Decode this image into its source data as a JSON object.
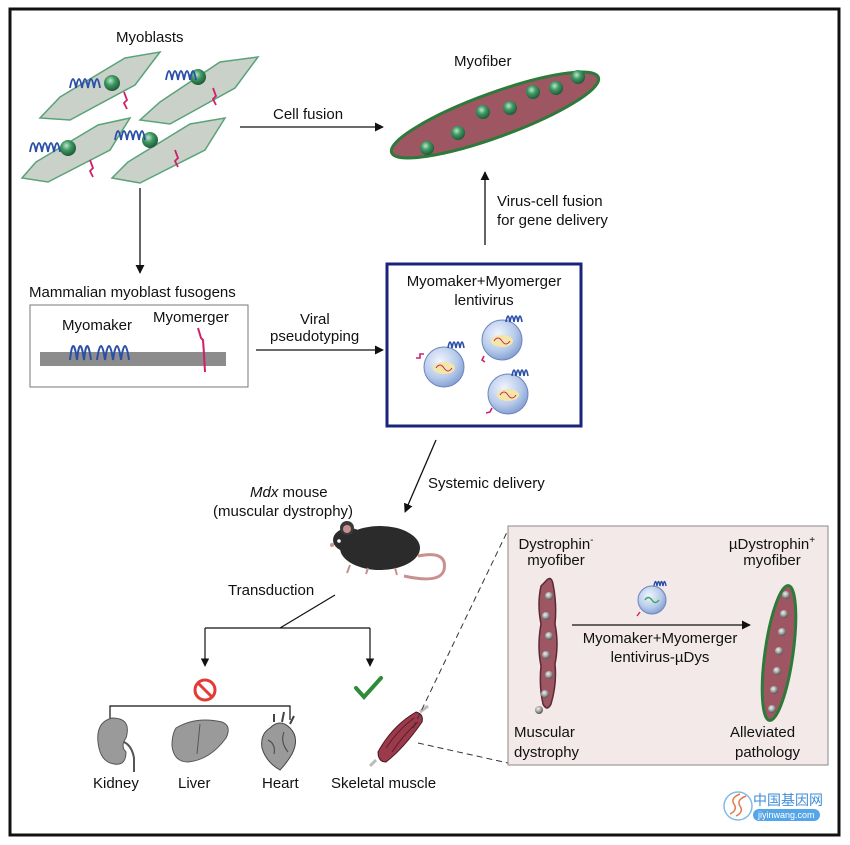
{
  "labels": {
    "myoblasts": "Myoblasts",
    "cell_fusion": "Cell fusion",
    "myofiber": "Myofiber",
    "virus_cell_fusion_1": "Virus-cell fusion",
    "virus_cell_fusion_2": "for gene delivery",
    "fusogens_title": "Mammalian myoblast fusogens",
    "myomaker": "Myomaker",
    "myomerger": "Myomerger",
    "viral": "Viral",
    "pseudotyping": "pseudotyping",
    "lentivirus_title_1": "Myomaker+Myomerger",
    "lentivirus_title_2": "lentivirus",
    "systemic_delivery": "Systemic delivery",
    "mdx_italic": "Mdx",
    "mdx_rest": " mouse",
    "muscular_dystrophy_paren": "(muscular dystrophy)",
    "transduction": "Transduction",
    "kidney": "Kidney",
    "liver": "Liver",
    "heart": "Heart",
    "skeletal_muscle": "Skeletal muscle",
    "dystrophin_neg_1": "Dystrophin",
    "dystrophin_neg_sup": "-",
    "dystrophin_neg_2": "myofiber",
    "udystrophin_pos_1": "µDystrophin",
    "udystrophin_pos_sup": "+",
    "udystrophin_pos_2": "myofiber",
    "inset_vector_1": "Myomaker+Myomerger",
    "inset_vector_2": "lentivirus-µDys",
    "muscular": "Muscular",
    "dystrophy": "dystrophy",
    "alleviated": "Alleviated",
    "pathology": "pathology"
  },
  "watermark": {
    "cn": "中国基因网",
    "url": "jiyinwang.com"
  },
  "icons": [
    "no-entry-icon",
    "check-icon",
    "kidney-icon",
    "liver-icon",
    "heart-icon",
    "skeletal-muscle-icon",
    "mouse-icon",
    "dna-icon"
  ],
  "colors": {
    "cell_fill": "#c9d1c8",
    "cell_stroke": "#5aa37a",
    "nucleus": "#3d8f5e",
    "myofiber_fill": "#9e5663",
    "myofiber_stroke": "#2d7a3a",
    "myomaker_protein": "#2b4fa8",
    "myomerger_protein": "#d0206a",
    "lentivirus_box_border": "#1a237e",
    "inset_background": "#f3e9e9",
    "no_symbol": "#e53935",
    "check_mark": "#2e8b3a"
  }
}
